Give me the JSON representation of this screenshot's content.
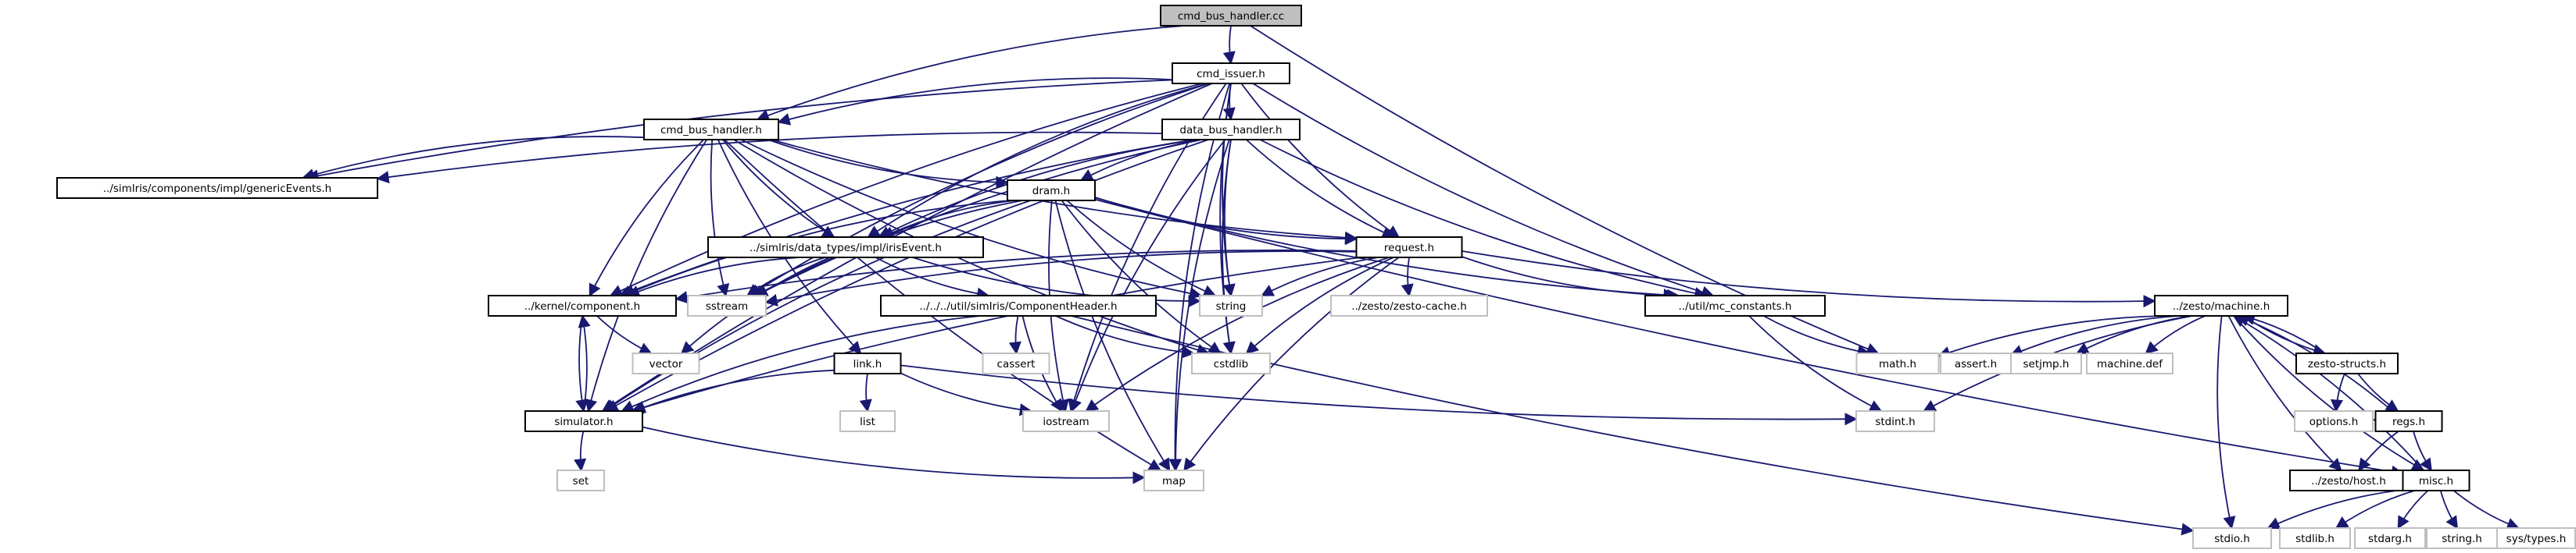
{
  "diagram": {
    "colors": {
      "edge": "#191970",
      "main_fill": "#bfbfbf",
      "node_border": "#000000",
      "system_border": "#bfbfbf"
    },
    "nodes": [
      {
        "id": "cc",
        "label": "cmd_bus_handler.cc",
        "kind": "main"
      },
      {
        "id": "issuer",
        "label": "cmd_issuer.h",
        "kind": "proj"
      },
      {
        "id": "cmdh",
        "label": "cmd_bus_handler.h",
        "kind": "proj"
      },
      {
        "id": "datah",
        "label": "data_bus_handler.h",
        "kind": "proj"
      },
      {
        "id": "gen",
        "label": "../simlris/components/impl/genericEvents.h",
        "kind": "proj"
      },
      {
        "id": "dram",
        "label": "dram.h",
        "kind": "proj"
      },
      {
        "id": "irisev",
        "label": "../simlris/data_types/impl/irisEvent.h",
        "kind": "proj"
      },
      {
        "id": "request",
        "label": "request.h",
        "kind": "proj"
      },
      {
        "id": "comp",
        "label": "../kernel/component.h",
        "kind": "proj"
      },
      {
        "id": "sstream",
        "label": "sstream",
        "kind": "sys"
      },
      {
        "id": "string",
        "label": "string",
        "kind": "sys"
      },
      {
        "id": "zcache",
        "label": "../zesto/zesto-cache.h",
        "kind": "sys"
      },
      {
        "id": "mcc",
        "label": "../util/mc_constants.h",
        "kind": "proj"
      },
      {
        "id": "zmach",
        "label": "../zesto/machine.h",
        "kind": "proj"
      },
      {
        "id": "compheader",
        "label": "../../../util/simIris/ComponentHeader.h",
        "kind": "proj"
      },
      {
        "id": "vector",
        "label": "vector",
        "kind": "sys"
      },
      {
        "id": "cassert",
        "label": "cassert",
        "kind": "sys"
      },
      {
        "id": "cstdlib",
        "label": "cstdlib",
        "kind": "sys"
      },
      {
        "id": "link",
        "label": "link.h",
        "kind": "proj"
      },
      {
        "id": "sim",
        "label": "simulator.h",
        "kind": "proj"
      },
      {
        "id": "list",
        "label": "list",
        "kind": "sys"
      },
      {
        "id": "iostream",
        "label": "iostream",
        "kind": "sys"
      },
      {
        "id": "stdint",
        "label": "stdint.h",
        "kind": "sys"
      },
      {
        "id": "set",
        "label": "set",
        "kind": "sys"
      },
      {
        "id": "map",
        "label": "map",
        "kind": "sys"
      },
      {
        "id": "mathh",
        "label": "math.h",
        "kind": "sys"
      },
      {
        "id": "asserth",
        "label": "assert.h",
        "kind": "sys"
      },
      {
        "id": "setjmp",
        "label": "setjmp.h",
        "kind": "sys"
      },
      {
        "id": "machdef",
        "label": "machine.def",
        "kind": "sys"
      },
      {
        "id": "zstructs",
        "label": "zesto-structs.h",
        "kind": "proj"
      },
      {
        "id": "options",
        "label": "options.h",
        "kind": "sys"
      },
      {
        "id": "regs",
        "label": "regs.h",
        "kind": "proj"
      },
      {
        "id": "zhost",
        "label": "../zesto/host.h",
        "kind": "proj"
      },
      {
        "id": "misc",
        "label": "misc.h",
        "kind": "proj"
      },
      {
        "id": "stdio",
        "label": "stdio.h",
        "kind": "sys"
      },
      {
        "id": "stdlib",
        "label": "stdlib.h",
        "kind": "sys"
      },
      {
        "id": "stdarg",
        "label": "stdarg.h",
        "kind": "sys"
      },
      {
        "id": "stringh",
        "label": "string.h",
        "kind": "sys"
      },
      {
        "id": "systypes",
        "label": "sys/types.h",
        "kind": "sys"
      }
    ],
    "edges": [
      [
        "cc",
        "issuer"
      ],
      [
        "cc",
        "cmdh"
      ],
      [
        "cc",
        "mathh"
      ],
      [
        "issuer",
        "cmdh"
      ],
      [
        "issuer",
        "datah"
      ],
      [
        "issuer",
        "gen"
      ],
      [
        "issuer",
        "irisev"
      ],
      [
        "issuer",
        "request"
      ],
      [
        "issuer",
        "comp"
      ],
      [
        "issuer",
        "sstream"
      ],
      [
        "issuer",
        "string"
      ],
      [
        "issuer",
        "mcc"
      ],
      [
        "issuer",
        "sim"
      ],
      [
        "issuer",
        "cstdlib"
      ],
      [
        "issuer",
        "iostream"
      ],
      [
        "issuer",
        "map"
      ],
      [
        "cmdh",
        "gen"
      ],
      [
        "cmdh",
        "dram"
      ],
      [
        "cmdh",
        "irisev"
      ],
      [
        "cmdh",
        "request"
      ],
      [
        "cmdh",
        "comp"
      ],
      [
        "cmdh",
        "sstream"
      ],
      [
        "cmdh",
        "string"
      ],
      [
        "cmdh",
        "sim"
      ],
      [
        "cmdh",
        "cstdlib"
      ],
      [
        "cmdh",
        "link"
      ],
      [
        "cmdh",
        "map"
      ],
      [
        "datah",
        "gen"
      ],
      [
        "datah",
        "dram"
      ],
      [
        "datah",
        "irisev"
      ],
      [
        "datah",
        "request"
      ],
      [
        "datah",
        "comp"
      ],
      [
        "datah",
        "sstream"
      ],
      [
        "datah",
        "string"
      ],
      [
        "datah",
        "mcc"
      ],
      [
        "datah",
        "sim"
      ],
      [
        "datah",
        "cstdlib"
      ],
      [
        "datah",
        "iostream"
      ],
      [
        "datah",
        "map"
      ],
      [
        "dram",
        "irisev"
      ],
      [
        "dram",
        "request"
      ],
      [
        "dram",
        "comp"
      ],
      [
        "dram",
        "sstream"
      ],
      [
        "dram",
        "string"
      ],
      [
        "dram",
        "mcc"
      ],
      [
        "dram",
        "sim"
      ],
      [
        "dram",
        "cstdlib"
      ],
      [
        "dram",
        "iostream"
      ],
      [
        "dram",
        "map"
      ],
      [
        "dram",
        "misc"
      ],
      [
        "irisev",
        "comp"
      ],
      [
        "irisev",
        "sstream"
      ],
      [
        "irisev",
        "string"
      ],
      [
        "irisev",
        "compheader"
      ],
      [
        "irisev",
        "vector"
      ],
      [
        "request",
        "comp"
      ],
      [
        "request",
        "sstream"
      ],
      [
        "request",
        "string"
      ],
      [
        "request",
        "zcache"
      ],
      [
        "request",
        "mcc"
      ],
      [
        "request",
        "zmach"
      ],
      [
        "request",
        "cstdlib"
      ],
      [
        "request",
        "iostream"
      ],
      [
        "request",
        "map"
      ],
      [
        "request",
        "sim"
      ],
      [
        "comp",
        "sim"
      ],
      [
        "comp",
        "vector"
      ],
      [
        "compheader",
        "cassert"
      ],
      [
        "compheader",
        "cstdlib"
      ],
      [
        "compheader",
        "iostream"
      ],
      [
        "compheader",
        "sim"
      ],
      [
        "compheader",
        "stdio"
      ],
      [
        "link",
        "sim"
      ],
      [
        "link",
        "list"
      ],
      [
        "link",
        "iostream"
      ],
      [
        "link",
        "stdint"
      ],
      [
        "sim",
        "comp"
      ],
      [
        "sim",
        "set"
      ],
      [
        "sim",
        "map"
      ],
      [
        "mcc",
        "mathh"
      ],
      [
        "mcc",
        "stdint"
      ],
      [
        "zmach",
        "mathh"
      ],
      [
        "zmach",
        "asserth"
      ],
      [
        "zmach",
        "setjmp"
      ],
      [
        "zmach",
        "machdef"
      ],
      [
        "zmach",
        "zstructs"
      ],
      [
        "zmach",
        "stdint"
      ],
      [
        "zmach",
        "zhost"
      ],
      [
        "zmach",
        "stdio"
      ],
      [
        "zmach",
        "misc"
      ],
      [
        "zstructs",
        "zmach"
      ],
      [
        "zstructs",
        "options"
      ],
      [
        "zstructs",
        "regs"
      ],
      [
        "regs",
        "zmach"
      ],
      [
        "regs",
        "zhost"
      ],
      [
        "regs",
        "misc"
      ],
      [
        "misc",
        "zmach"
      ],
      [
        "misc",
        "stdio"
      ],
      [
        "misc",
        "stdlib"
      ],
      [
        "misc",
        "stdarg"
      ],
      [
        "misc",
        "stringh"
      ],
      [
        "misc",
        "systypes"
      ]
    ]
  }
}
